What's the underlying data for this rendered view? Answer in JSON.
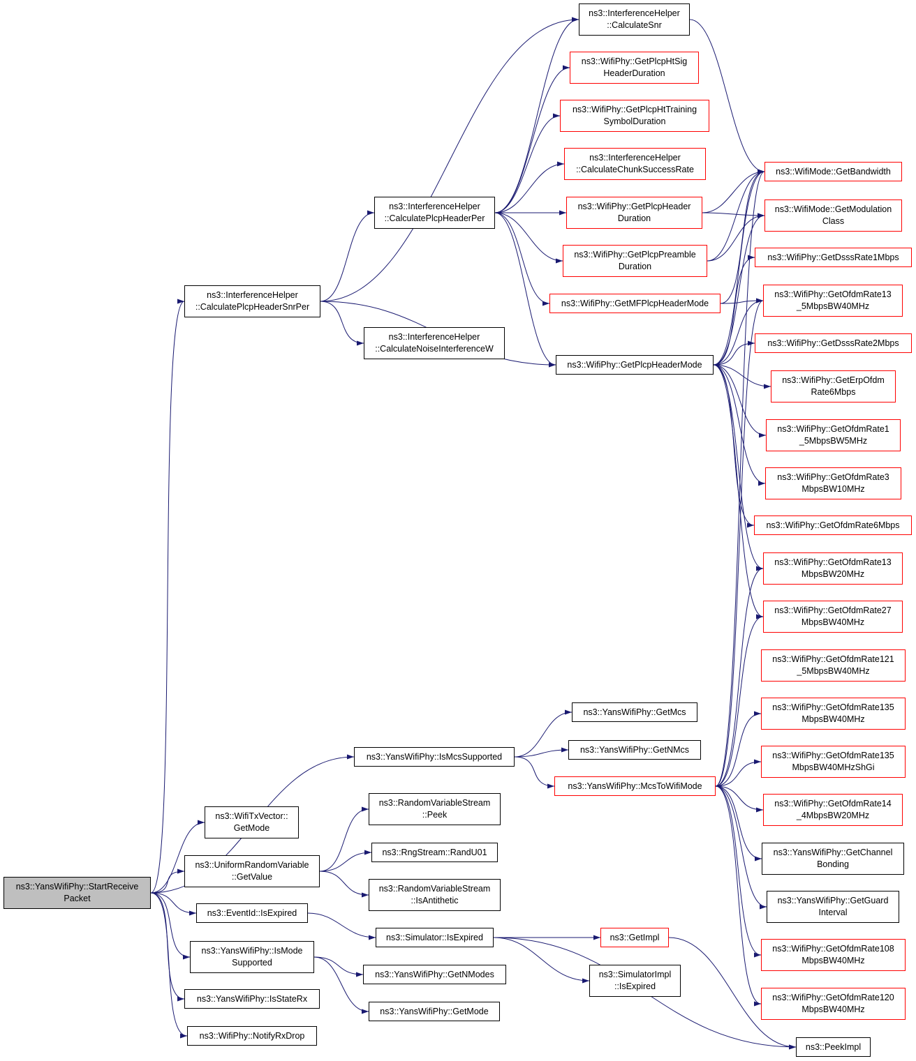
{
  "colors": {
    "edge": "#191970",
    "border_black": "#000000",
    "border_red": "#ff0000",
    "root_fill": "#bfbfbf"
  },
  "nodes": {
    "start_receive_packet": {
      "lines": [
        "ns3::YansWifiPhy::StartReceive",
        "Packet"
      ],
      "style": "root"
    },
    "calc_plcp_header_snr_per": {
      "lines": [
        "ns3::InterferenceHelper",
        "::CalculatePlcpHeaderSnrPer"
      ],
      "style": "black"
    },
    "calc_snr": {
      "lines": [
        "ns3::InterferenceHelper",
        "::CalculateSnr"
      ],
      "style": "black"
    },
    "calc_plcp_header_per": {
      "lines": [
        "ns3::InterferenceHelper",
        "::CalculatePlcpHeaderPer"
      ],
      "style": "black"
    },
    "calc_noise_interference_w": {
      "lines": [
        "ns3::InterferenceHelper",
        "::CalculateNoiseInterferenceW"
      ],
      "style": "black"
    },
    "get_plcp_ht_sig_header_duration": {
      "lines": [
        "ns3::WifiPhy::GetPlcpHtSig",
        "HeaderDuration"
      ],
      "style": "red"
    },
    "get_plcp_ht_training_symbol_duration": {
      "lines": [
        "ns3::WifiPhy::GetPlcpHtTraining",
        "SymbolDuration"
      ],
      "style": "red"
    },
    "calc_chunk_success_rate": {
      "lines": [
        "ns3::InterferenceHelper",
        "::CalculateChunkSuccessRate"
      ],
      "style": "red"
    },
    "get_plcp_header_duration": {
      "lines": [
        "ns3::WifiPhy::GetPlcpHeader",
        "Duration"
      ],
      "style": "red"
    },
    "get_plcp_preamble_duration": {
      "lines": [
        "ns3::WifiPhy::GetPlcpPreamble",
        "Duration"
      ],
      "style": "red"
    },
    "get_mf_plcp_header_mode": {
      "lines": [
        "ns3::WifiPhy::GetMFPlcpHeaderMode"
      ],
      "style": "red"
    },
    "get_plcp_header_mode": {
      "lines": [
        "ns3::WifiPhy::GetPlcpHeaderMode"
      ],
      "style": "black"
    },
    "wifimode_get_bandwidth": {
      "lines": [
        "ns3::WifiMode::GetBandwidth"
      ],
      "style": "red"
    },
    "wifimode_get_modulation_class": {
      "lines": [
        "ns3::WifiMode::GetModulation",
        "Class"
      ],
      "style": "red"
    },
    "get_dsss_rate_1mbps": {
      "lines": [
        "ns3::WifiPhy::GetDsssRate1Mbps"
      ],
      "style": "red"
    },
    "get_ofdm_rate13_5_bw40": {
      "lines": [
        "ns3::WifiPhy::GetOfdmRate13",
        "_5MbpsBW40MHz"
      ],
      "style": "red"
    },
    "get_dsss_rate_2mbps": {
      "lines": [
        "ns3::WifiPhy::GetDsssRate2Mbps"
      ],
      "style": "red"
    },
    "get_erp_ofdm_rate_6mbps": {
      "lines": [
        "ns3::WifiPhy::GetErpOfdm",
        "Rate6Mbps"
      ],
      "style": "red"
    },
    "get_ofdm_rate1_5_bw5": {
      "lines": [
        "ns3::WifiPhy::GetOfdmRate1",
        "_5MbpsBW5MHz"
      ],
      "style": "red"
    },
    "get_ofdm_rate3_bw10": {
      "lines": [
        "ns3::WifiPhy::GetOfdmRate3",
        "MbpsBW10MHz"
      ],
      "style": "red"
    },
    "get_ofdm_rate_6mbps": {
      "lines": [
        "ns3::WifiPhy::GetOfdmRate6Mbps"
      ],
      "style": "red"
    },
    "get_ofdm_rate13_bw20": {
      "lines": [
        "ns3::WifiPhy::GetOfdmRate13",
        "MbpsBW20MHz"
      ],
      "style": "red"
    },
    "get_ofdm_rate27_bw40": {
      "lines": [
        "ns3::WifiPhy::GetOfdmRate27",
        "MbpsBW40MHz"
      ],
      "style": "red"
    },
    "get_ofdm_rate121_5_bw40": {
      "lines": [
        "ns3::WifiPhy::GetOfdmRate121",
        "_5MbpsBW40MHz"
      ],
      "style": "red"
    },
    "get_ofdm_rate135_bw40": {
      "lines": [
        "ns3::WifiPhy::GetOfdmRate135",
        "MbpsBW40MHz"
      ],
      "style": "red"
    },
    "get_ofdm_rate135_bw40_shgi": {
      "lines": [
        "ns3::WifiPhy::GetOfdmRate135",
        "MbpsBW40MHzShGi"
      ],
      "style": "red"
    },
    "get_ofdm_rate14_4_bw20": {
      "lines": [
        "ns3::WifiPhy::GetOfdmRate14",
        "_4MbpsBW20MHz"
      ],
      "style": "red"
    },
    "get_channel_bonding": {
      "lines": [
        "ns3::YansWifiPhy::GetChannel",
        "Bonding"
      ],
      "style": "black"
    },
    "get_guard_interval": {
      "lines": [
        "ns3::YansWifiPhy::GetGuard",
        "Interval"
      ],
      "style": "black"
    },
    "get_ofdm_rate108_bw40": {
      "lines": [
        "ns3::WifiPhy::GetOfdmRate108",
        "MbpsBW40MHz"
      ],
      "style": "red"
    },
    "get_ofdm_rate120_bw40": {
      "lines": [
        "ns3::WifiPhy::GetOfdmRate120",
        "MbpsBW40MHz"
      ],
      "style": "red"
    },
    "get_mcs": {
      "lines": [
        "ns3::YansWifiPhy::GetMcs"
      ],
      "style": "black"
    },
    "get_n_mcs": {
      "lines": [
        "ns3::YansWifiPhy::GetNMcs"
      ],
      "style": "black"
    },
    "is_mcs_supported": {
      "lines": [
        "ns3::YansWifiPhy::IsMcsSupported"
      ],
      "style": "black"
    },
    "mcs_to_wifi_mode": {
      "lines": [
        "ns3::YansWifiPhy::McsToWifiMode"
      ],
      "style": "red"
    },
    "wifi_tx_vector_get_mode": {
      "lines": [
        "ns3::WifiTxVector::",
        "GetMode"
      ],
      "style": "black"
    },
    "rvs_peek": {
      "lines": [
        "ns3::RandomVariableStream",
        "::Peek"
      ],
      "style": "black"
    },
    "uniform_rv_get_value": {
      "lines": [
        "ns3::UniformRandomVariable",
        "::GetValue"
      ],
      "style": "black"
    },
    "rng_stream_rand_u01": {
      "lines": [
        "ns3::RngStream::RandU01"
      ],
      "style": "black"
    },
    "rvs_is_antithetic": {
      "lines": [
        "ns3::RandomVariableStream",
        "::IsAntithetic"
      ],
      "style": "black"
    },
    "event_id_is_expired": {
      "lines": [
        "ns3::EventId::IsExpired"
      ],
      "style": "black"
    },
    "simulator_is_expired": {
      "lines": [
        "ns3::Simulator::IsExpired"
      ],
      "style": "black"
    },
    "get_impl": {
      "lines": [
        "ns3::GetImpl"
      ],
      "style": "red"
    },
    "simulator_impl_is_expired": {
      "lines": [
        "ns3::SimulatorImpl",
        "::IsExpired"
      ],
      "style": "black"
    },
    "peek_impl": {
      "lines": [
        "ns3::PeekImpl"
      ],
      "style": "black"
    },
    "is_mode_supported": {
      "lines": [
        "ns3::YansWifiPhy::IsMode",
        "Supported"
      ],
      "style": "black"
    },
    "get_n_modes": {
      "lines": [
        "ns3::YansWifiPhy::GetNModes"
      ],
      "style": "black"
    },
    "get_mode": {
      "lines": [
        "ns3::YansWifiPhy::GetMode"
      ],
      "style": "black"
    },
    "is_state_rx": {
      "lines": [
        "ns3::YansWifiPhy::IsStateRx"
      ],
      "style": "black"
    },
    "notify_rx_drop": {
      "lines": [
        "ns3::WifiPhy::NotifyRxDrop"
      ],
      "style": "black"
    }
  },
  "edges": [
    [
      "start_receive_packet",
      "calc_plcp_header_snr_per"
    ],
    [
      "start_receive_packet",
      "is_mcs_supported"
    ],
    [
      "start_receive_packet",
      "wifi_tx_vector_get_mode"
    ],
    [
      "start_receive_packet",
      "uniform_rv_get_value"
    ],
    [
      "start_receive_packet",
      "event_id_is_expired"
    ],
    [
      "start_receive_packet",
      "is_mode_supported"
    ],
    [
      "start_receive_packet",
      "is_state_rx"
    ],
    [
      "start_receive_packet",
      "notify_rx_drop"
    ],
    [
      "calc_plcp_header_snr_per",
      "calc_snr"
    ],
    [
      "calc_plcp_header_snr_per",
      "calc_plcp_header_per"
    ],
    [
      "calc_plcp_header_snr_per",
      "calc_noise_interference_w"
    ],
    [
      "calc_plcp_header_snr_per",
      "get_plcp_header_mode"
    ],
    [
      "calc_plcp_header_per",
      "calc_snr"
    ],
    [
      "calc_plcp_header_per",
      "get_plcp_ht_sig_header_duration"
    ],
    [
      "calc_plcp_header_per",
      "get_plcp_ht_training_symbol_duration"
    ],
    [
      "calc_plcp_header_per",
      "calc_chunk_success_rate"
    ],
    [
      "calc_plcp_header_per",
      "get_plcp_header_duration"
    ],
    [
      "calc_plcp_header_per",
      "get_plcp_preamble_duration"
    ],
    [
      "calc_plcp_header_per",
      "get_mf_plcp_header_mode"
    ],
    [
      "calc_plcp_header_per",
      "get_plcp_header_mode"
    ],
    [
      "calc_snr",
      "wifimode_get_bandwidth"
    ],
    [
      "get_plcp_header_duration",
      "wifimode_get_bandwidth"
    ],
    [
      "get_plcp_header_duration",
      "wifimode_get_modulation_class"
    ],
    [
      "get_plcp_preamble_duration",
      "wifimode_get_bandwidth"
    ],
    [
      "get_plcp_preamble_duration",
      "wifimode_get_modulation_class"
    ],
    [
      "get_mf_plcp_header_mode",
      "wifimode_get_bandwidth"
    ],
    [
      "get_mf_plcp_header_mode",
      "get_ofdm_rate13_5_bw40"
    ],
    [
      "get_plcp_header_mode",
      "wifimode_get_bandwidth"
    ],
    [
      "get_plcp_header_mode",
      "wifimode_get_modulation_class"
    ],
    [
      "get_plcp_header_mode",
      "get_dsss_rate_1mbps"
    ],
    [
      "get_plcp_header_mode",
      "get_ofdm_rate13_5_bw40"
    ],
    [
      "get_plcp_header_mode",
      "get_dsss_rate_2mbps"
    ],
    [
      "get_plcp_header_mode",
      "get_erp_ofdm_rate_6mbps"
    ],
    [
      "get_plcp_header_mode",
      "get_ofdm_rate1_5_bw5"
    ],
    [
      "get_plcp_header_mode",
      "get_ofdm_rate3_bw10"
    ],
    [
      "get_plcp_header_mode",
      "get_ofdm_rate_6mbps"
    ],
    [
      "get_plcp_header_mode",
      "get_ofdm_rate13_bw20"
    ],
    [
      "get_plcp_header_mode",
      "get_ofdm_rate27_bw40"
    ],
    [
      "is_mcs_supported",
      "get_mcs"
    ],
    [
      "is_mcs_supported",
      "get_n_mcs"
    ],
    [
      "is_mcs_supported",
      "mcs_to_wifi_mode"
    ],
    [
      "mcs_to_wifi_mode",
      "wifimode_get_bandwidth"
    ],
    [
      "mcs_to_wifi_mode",
      "get_ofdm_rate13_5_bw40"
    ],
    [
      "mcs_to_wifi_mode",
      "get_ofdm_rate13_bw20"
    ],
    [
      "mcs_to_wifi_mode",
      "get_ofdm_rate27_bw40"
    ],
    [
      "mcs_to_wifi_mode",
      "get_ofdm_rate135_bw40"
    ],
    [
      "mcs_to_wifi_mode",
      "get_ofdm_rate135_bw40_shgi"
    ],
    [
      "mcs_to_wifi_mode",
      "get_ofdm_rate14_4_bw20"
    ],
    [
      "mcs_to_wifi_mode",
      "get_channel_bonding"
    ],
    [
      "mcs_to_wifi_mode",
      "get_guard_interval"
    ],
    [
      "mcs_to_wifi_mode",
      "get_ofdm_rate108_bw40"
    ],
    [
      "mcs_to_wifi_mode",
      "get_ofdm_rate120_bw40"
    ],
    [
      "uniform_rv_get_value",
      "rvs_peek"
    ],
    [
      "uniform_rv_get_value",
      "rng_stream_rand_u01"
    ],
    [
      "uniform_rv_get_value",
      "rvs_is_antithetic"
    ],
    [
      "event_id_is_expired",
      "simulator_is_expired"
    ],
    [
      "simulator_is_expired",
      "get_impl"
    ],
    [
      "simulator_is_expired",
      "simulator_impl_is_expired"
    ],
    [
      "simulator_is_expired",
      "peek_impl"
    ],
    [
      "get_impl",
      "peek_impl"
    ],
    [
      "is_mode_supported",
      "get_n_modes"
    ],
    [
      "is_mode_supported",
      "get_mode"
    ]
  ]
}
